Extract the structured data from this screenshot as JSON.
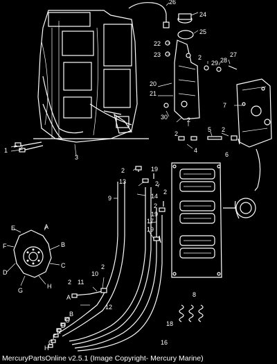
{
  "caption": "MercuryPartsOnline v2.5.1 (Image Copyright- Mercury Marine)",
  "callouts": {
    "n1": "1",
    "n2a": "2",
    "n2b": "2",
    "n2c": "2",
    "n2d": "2",
    "n2e": "2",
    "n2f": "2",
    "n2g": "2",
    "n2h": "2",
    "n2i": "2",
    "n2j": "2",
    "n2k": "2",
    "n3": "3",
    "n4": "4",
    "n5": "5",
    "n6": "6",
    "n7": "7",
    "n8": "8",
    "n9": "9",
    "n10": "10",
    "n11": "11",
    "n12": "12",
    "n13": "13",
    "n14": "14",
    "n16": "16",
    "n17": "17",
    "n18": "18",
    "n19a": "19",
    "n19b": "19",
    "n19c": "19",
    "n20": "20",
    "n21": "21",
    "n22": "22",
    "n23": "23",
    "n24": "24",
    "n25": "25",
    "n26": "26",
    "n27": "27",
    "n28": "28",
    "n29": "29",
    "n30": "30"
  },
  "letters": {
    "A": "A",
    "B": "B",
    "C": "C",
    "D": "D",
    "E": "E",
    "F": "F",
    "G": "G",
    "H": "H",
    "dA": "A",
    "dB": "B",
    "dC": "C",
    "dD": "D",
    "dE": "E",
    "dF": "F",
    "dG": "G",
    "dH": "H"
  }
}
